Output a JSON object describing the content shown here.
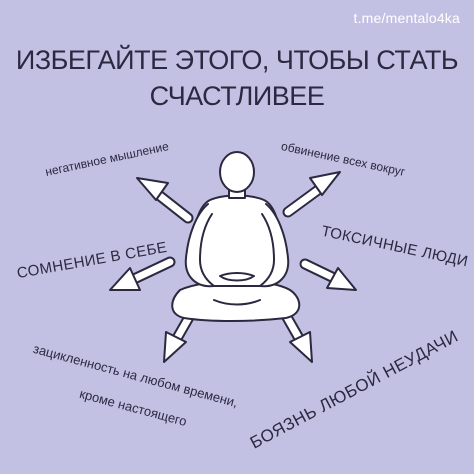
{
  "handle": "t.me/mentalo4ka",
  "title": {
    "line1": "ИЗБЕГАЙТЕ ЭТОГО, ЧТОБЫ СТАТЬ",
    "line2": "СЧАСТЛИВЕЕ"
  },
  "labels": {
    "negative": "негативное мышление",
    "blame": "обвинение всех вокруг",
    "doubt": "СОМНЕНИЕ В СЕБЕ",
    "toxic": "ТОКСИЧНЫЕ ЛЮДИ",
    "looping_1": "зацикленность на любом времени,",
    "looping_2": "кроме настоящего",
    "fear": "БОЯЗНЬ ЛЮБОЙ НЕУДАЧИ"
  },
  "colors": {
    "background": "#c3c1e3",
    "figure_fill": "#ffffff",
    "outline": "#2b2840",
    "handle_text": "#ffffff"
  },
  "icons": [
    "meditating-person-icon",
    "arrow-icon"
  ]
}
